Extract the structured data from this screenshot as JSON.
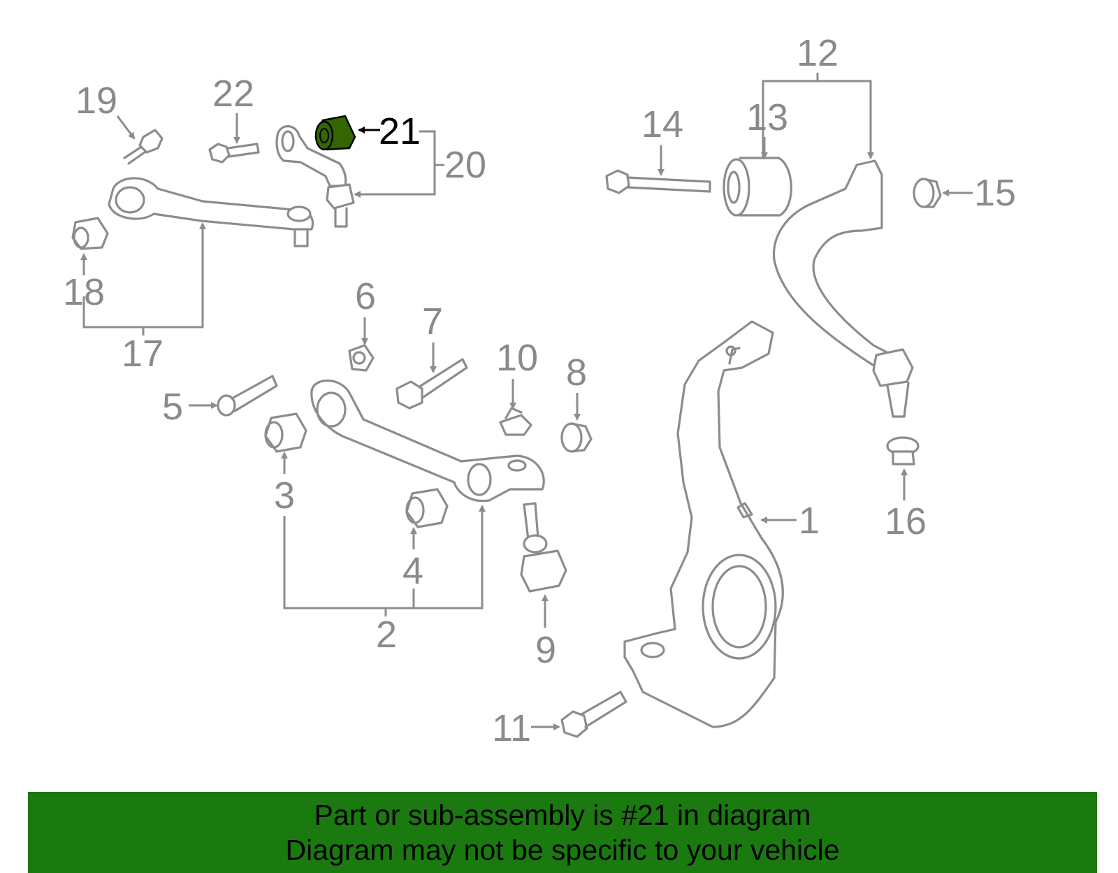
{
  "colors": {
    "highlight": "#336600",
    "banner_bg": "#1a7a10",
    "part_stroke": "#8c8c8c",
    "callout_text": "#8a8a8a",
    "highlight_callout": "#000000"
  },
  "callouts": {
    "c1": "1",
    "c2": "2",
    "c3": "3",
    "c4": "4",
    "c5": "5",
    "c6": "6",
    "c7": "7",
    "c8": "8",
    "c9": "9",
    "c10": "10",
    "c11": "11",
    "c12": "12",
    "c13": "13",
    "c14": "14",
    "c15": "15",
    "c16": "16",
    "c17": "17",
    "c18": "18",
    "c19": "19",
    "c20": "20",
    "c21": "21",
    "c22": "22"
  },
  "highlighted_part": "21",
  "banner": {
    "line1": "Part or sub-assembly is #21 in diagram",
    "line2": "Diagram may not be specific to your vehicle"
  }
}
